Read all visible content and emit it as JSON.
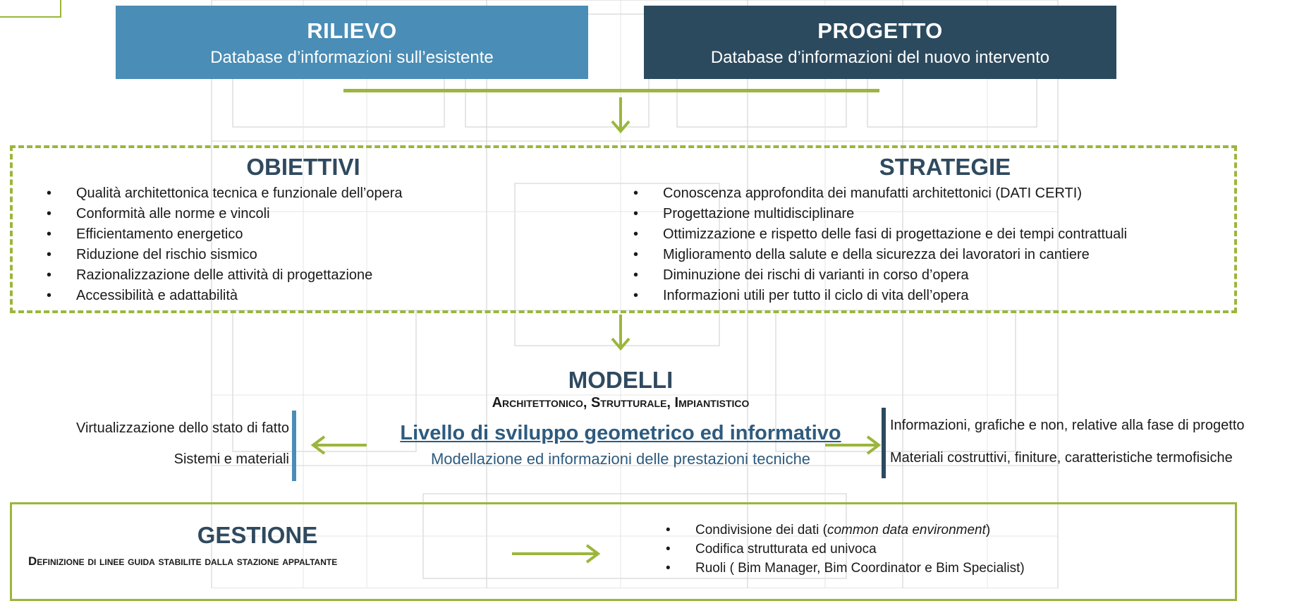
{
  "rilievo": {
    "title": "RILIEVO",
    "subtitle": "Database d’informazioni sull’esistente"
  },
  "progetto": {
    "title": "PROGETTO",
    "subtitle": "Database d’informazioni del nuovo intervento"
  },
  "obiettivi": {
    "title": "OBIETTIVI",
    "items": [
      "Qualità architettonica tecnica e funzionale dell’opera",
      "Conformità alle norme e vincoli",
      "Efficientamento energetico",
      "Riduzione del rischio sismico",
      "Razionalizzazione delle attività di progettazione",
      "Accessibilità e adattabilità"
    ]
  },
  "strategie": {
    "title": "STRATEGIE",
    "items": [
      "Conoscenza approfondita dei manufatti architettonici (DATI CERTI)",
      "Progettazione multidisciplinare",
      "Ottimizzazione e rispetto delle fasi di progettazione e dei tempi contrattuali",
      "Miglioramento della salute e della sicurezza dei lavoratori in cantiere",
      "Diminuzione dei rischi di varianti in corso d’opera",
      "Informazioni utili per tutto il ciclo di vita dell’opera"
    ]
  },
  "modelli": {
    "title": "MODELLI",
    "subtitle": "Architettonico, Strutturale, Impiantistico",
    "level_title": "Livello di sviluppo geometrico ed informativo",
    "level_subtitle": "Modellazione ed informazioni delle prestazioni tecniche",
    "left_items": [
      "Virtualizzazione dello stato di fatto",
      "Sistemi e materiali"
    ],
    "right_items": [
      "Informazioni, grafiche e non, relative alla fase di progetto",
      "Materiali costruttivi, finiture, caratteristiche termofisiche"
    ]
  },
  "gestione": {
    "title": "GESTIONE",
    "subtitle": "Definizione di linee guida stabilite dalla stazione appaltante",
    "item1_prefix": "Condivisione dei dati (",
    "item1_italic": "common data environment",
    "item1_suffix": ")",
    "item2": "Codifica strutturata ed univoca",
    "item3": "Ruoli ( Bim Manager, Bim Coordinator e Bim Specialist)"
  },
  "colors": {
    "rilievo_box": "#4a8db6",
    "progetto_box": "#2c4a5e",
    "accent_green": "#9bb63c",
    "section_title": "#2f4a5f",
    "link_blue": "#2e5b7e"
  }
}
